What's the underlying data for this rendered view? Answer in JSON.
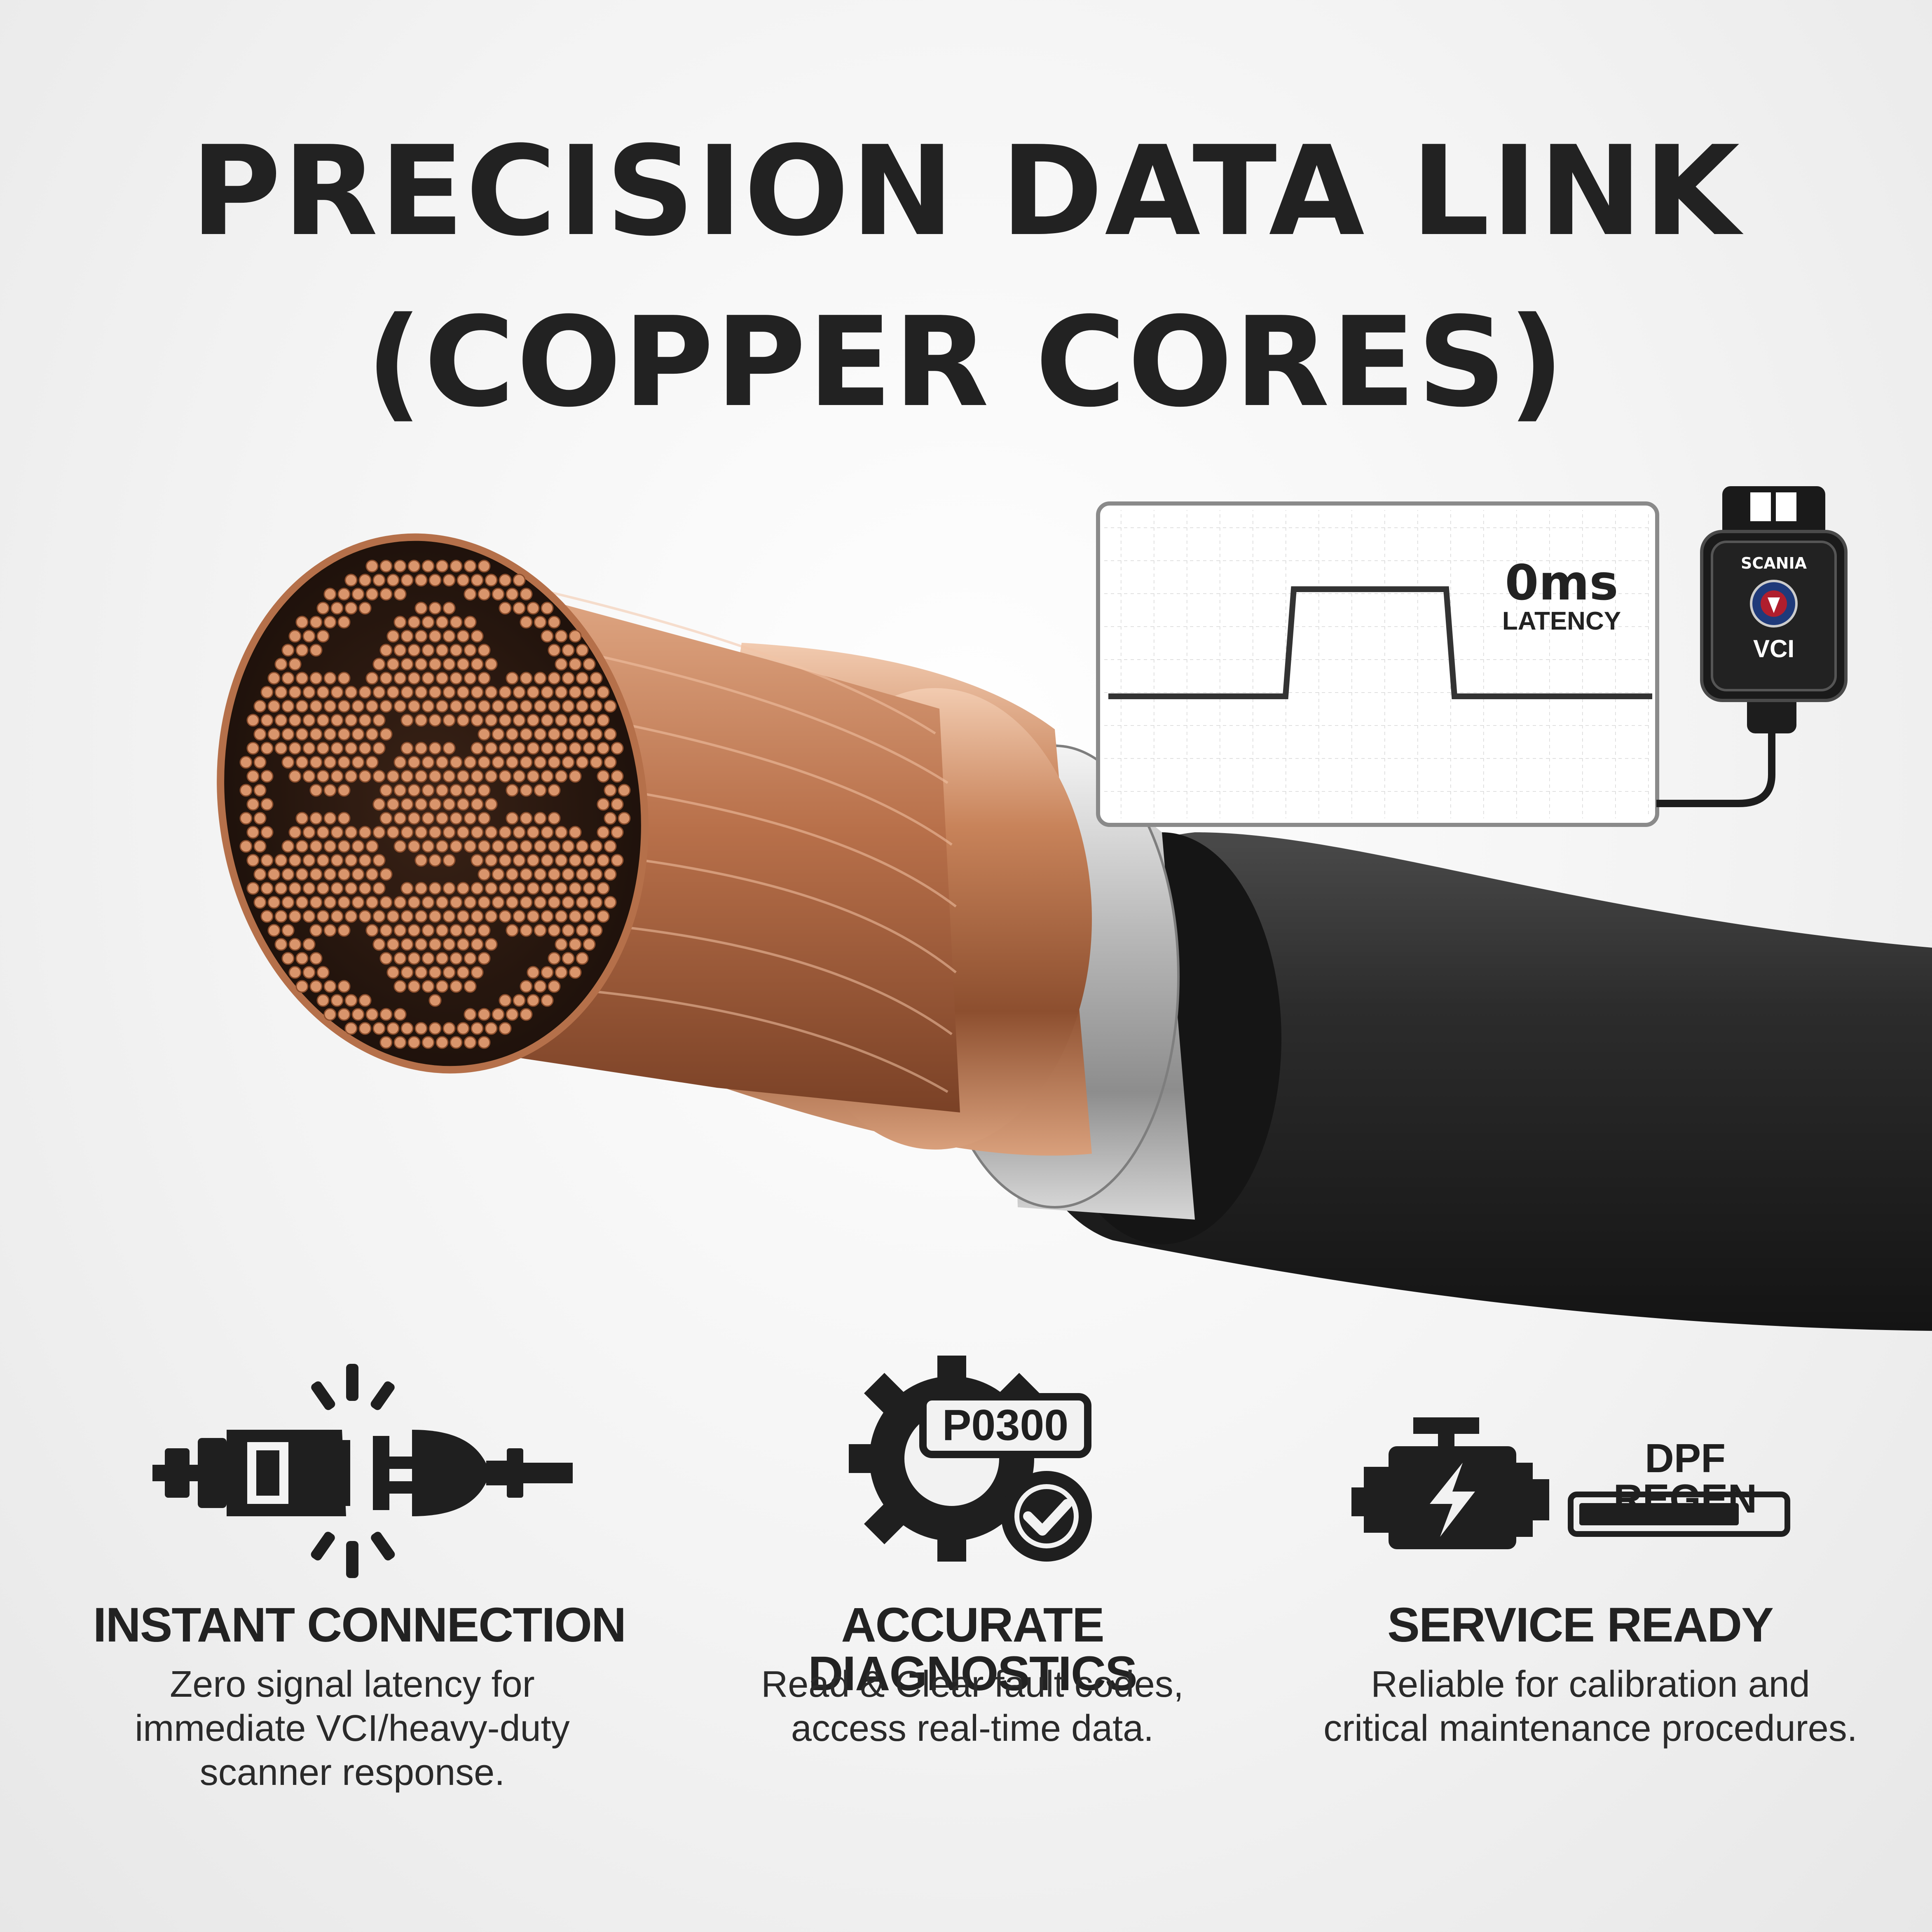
{
  "headline": {
    "line1": "PRECISION DATA LINK",
    "line2": "(COPPER CORES)"
  },
  "latency_panel": {
    "value": "0ms",
    "label": "LATENCY"
  },
  "vci_device": {
    "brand": "SCANIA",
    "model": "VCI"
  },
  "features": [
    {
      "icon": "connector-icon",
      "title": "INSTANT CONNECTION",
      "description_lines": [
        "Zero signal latency for",
        "immediate VCI/heavy-duty",
        "scanner response."
      ]
    },
    {
      "icon": "gear-check-icon",
      "code": "P0300",
      "title": "ACCURATE DIAGNOSTICS",
      "description_lines": [
        "Read & Clear fault codes,",
        "access real-time data."
      ]
    },
    {
      "icon": "engine-icon",
      "badge": "DPF REGEN",
      "regen_progress": 0.8,
      "title": "SERVICE READY",
      "description_lines": [
        "Reliable for calibration and",
        "critical maintenance procedures."
      ]
    }
  ],
  "colors": {
    "text": "#222222",
    "copper": "#c8835a",
    "cable_jacket": "#2b2b2b",
    "background": "#f3f3f3"
  }
}
